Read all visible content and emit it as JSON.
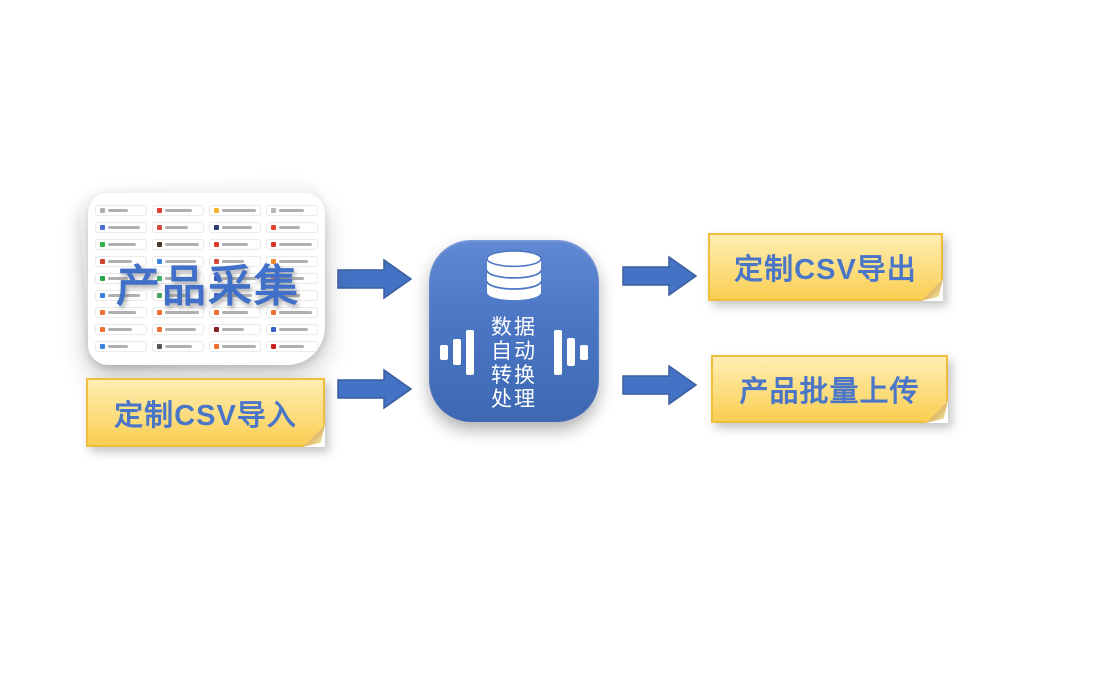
{
  "diagram": {
    "source_card": {
      "overlay_label": "产品采集",
      "description_icon": "platform-chip-grid",
      "chip_icon_rows": [
        [
          "#b0b0b0",
          "#e23c2e",
          "#f5b52e",
          "#b8b8b8"
        ],
        [
          "#4a6fd4",
          "#d84b3a",
          "#2d3e73",
          "#e8402e"
        ],
        [
          "#2eb44a",
          "#4a3627",
          "#e03a2a",
          "#d93425"
        ],
        [
          "#d0442e",
          "#3b82e0",
          "#d84b3a",
          "#f08a2e"
        ],
        [
          "#28a84a",
          "#35b56a",
          "#3555c0",
          "#e8762e"
        ],
        [
          "#3b82e0",
          "#46a35e",
          "#4a5fd0",
          "#e03a2a"
        ],
        [
          "#f07030",
          "#f07030",
          "#f07030",
          "#f07030"
        ],
        [
          "#f07030",
          "#f07030",
          "#8b1f1f",
          "#3b5fd0"
        ],
        [
          "#3b82e0",
          "#555555",
          "#f07030",
          "#d01f1f"
        ]
      ]
    },
    "processor": {
      "label": "数据自动转换处理",
      "lines": [
        "数据",
        "自动",
        "转换",
        "处理"
      ],
      "icon": "database-icon",
      "side_icons": "equalizer-bars-icon",
      "bar_heights_left": [
        15,
        26,
        45
      ],
      "bar_heights_right": [
        45,
        28,
        15
      ]
    },
    "notes": [
      {
        "id": "csv-import",
        "label": "定制CSV导入"
      },
      {
        "id": "csv-export",
        "label": "定制CSV导出"
      },
      {
        "id": "batch-upload",
        "label": "产品批量上传"
      }
    ],
    "arrows": [
      "collect-to-processor",
      "import-to-processor",
      "processor-to-export",
      "processor-to-upload"
    ],
    "colors": {
      "arrow_fill": "#4472C4",
      "arrow_stroke": "#3A5E9E",
      "note_border": "#EFBE3F",
      "note_fill_top": "#FFEDB2",
      "note_fill_bottom": "#F9CE52",
      "note_text": "#4B76C8",
      "processor_top": "#6189D3",
      "processor_bottom": "#3E68B2",
      "overlay_text": "#4170C8"
    }
  }
}
